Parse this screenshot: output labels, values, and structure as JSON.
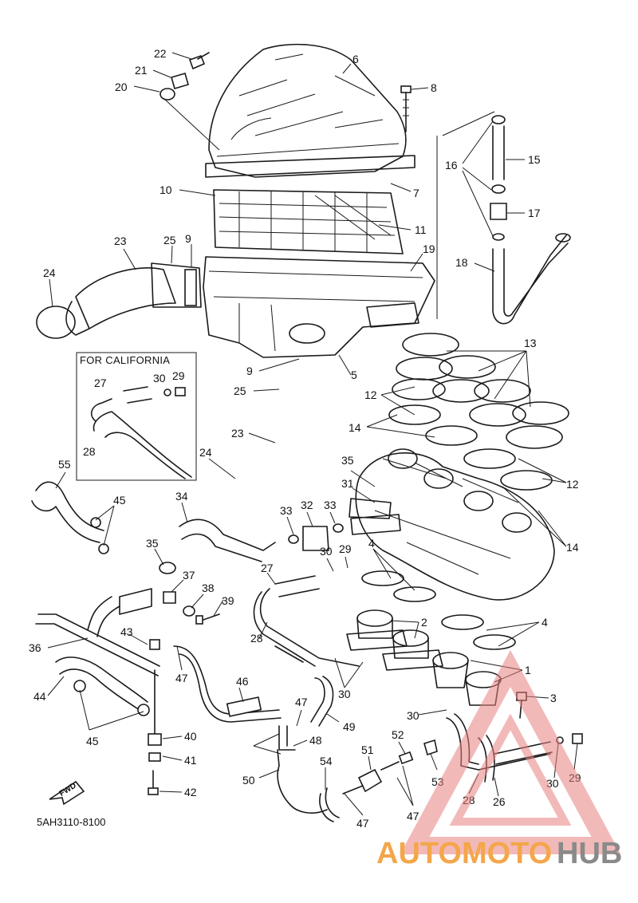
{
  "callouts": [
    {
      "n": "22"
    },
    {
      "n": "21"
    },
    {
      "n": "20"
    },
    {
      "n": "6"
    },
    {
      "n": "8"
    },
    {
      "n": "16"
    },
    {
      "n": "15"
    },
    {
      "n": "17"
    },
    {
      "n": "18"
    },
    {
      "n": "10"
    },
    {
      "n": "7"
    },
    {
      "n": "11"
    },
    {
      "n": "19"
    },
    {
      "n": "23"
    },
    {
      "n": "25"
    },
    {
      "n": "9"
    },
    {
      "n": "24"
    },
    {
      "n": "13"
    },
    {
      "n": "12"
    },
    {
      "n": "9"
    },
    {
      "n": "5"
    },
    {
      "n": "25"
    },
    {
      "n": "23"
    },
    {
      "n": "24"
    },
    {
      "n": "14"
    },
    {
      "n": "12"
    },
    {
      "n": "14"
    },
    {
      "n": "35"
    },
    {
      "n": "31"
    },
    {
      "n": "33"
    },
    {
      "n": "32"
    },
    {
      "n": "33"
    },
    {
      "n": "30"
    },
    {
      "n": "29"
    },
    {
      "n": "4"
    },
    {
      "n": "55"
    },
    {
      "n": "45"
    },
    {
      "n": "34"
    },
    {
      "n": "35"
    },
    {
      "n": "37"
    },
    {
      "n": "38"
    },
    {
      "n": "39"
    },
    {
      "n": "27"
    },
    {
      "n": "28"
    },
    {
      "n": "2"
    },
    {
      "n": "4"
    },
    {
      "n": "36"
    },
    {
      "n": "43"
    },
    {
      "n": "47"
    },
    {
      "n": "46"
    },
    {
      "n": "30"
    },
    {
      "n": "1"
    },
    {
      "n": "44"
    },
    {
      "n": "45"
    },
    {
      "n": "40"
    },
    {
      "n": "47"
    },
    {
      "n": "48"
    },
    {
      "n": "49"
    },
    {
      "n": "3"
    },
    {
      "n": "30"
    },
    {
      "n": "52"
    },
    {
      "n": "51"
    },
    {
      "n": "41"
    },
    {
      "n": "50"
    },
    {
      "n": "54"
    },
    {
      "n": "53"
    },
    {
      "n": "28"
    },
    {
      "n": "26"
    },
    {
      "n": "30"
    },
    {
      "n": "29"
    },
    {
      "n": "42"
    },
    {
      "n": "47"
    },
    {
      "n": "47"
    },
    {
      "n": "27"
    },
    {
      "n": "30"
    },
    {
      "n": "29"
    },
    {
      "n": "28"
    }
  ],
  "california_box": {
    "title": "FOR CALIFORNIA"
  },
  "fwd_label": "FWD",
  "diagram_code": "5AH3110-8100",
  "watermark": {
    "part1": "AUTOMOTO",
    "part2": "HUB",
    "color_orange": "#f4a64a",
    "color_gray": "#8a8a8a",
    "triangle_color": "#e88080"
  }
}
